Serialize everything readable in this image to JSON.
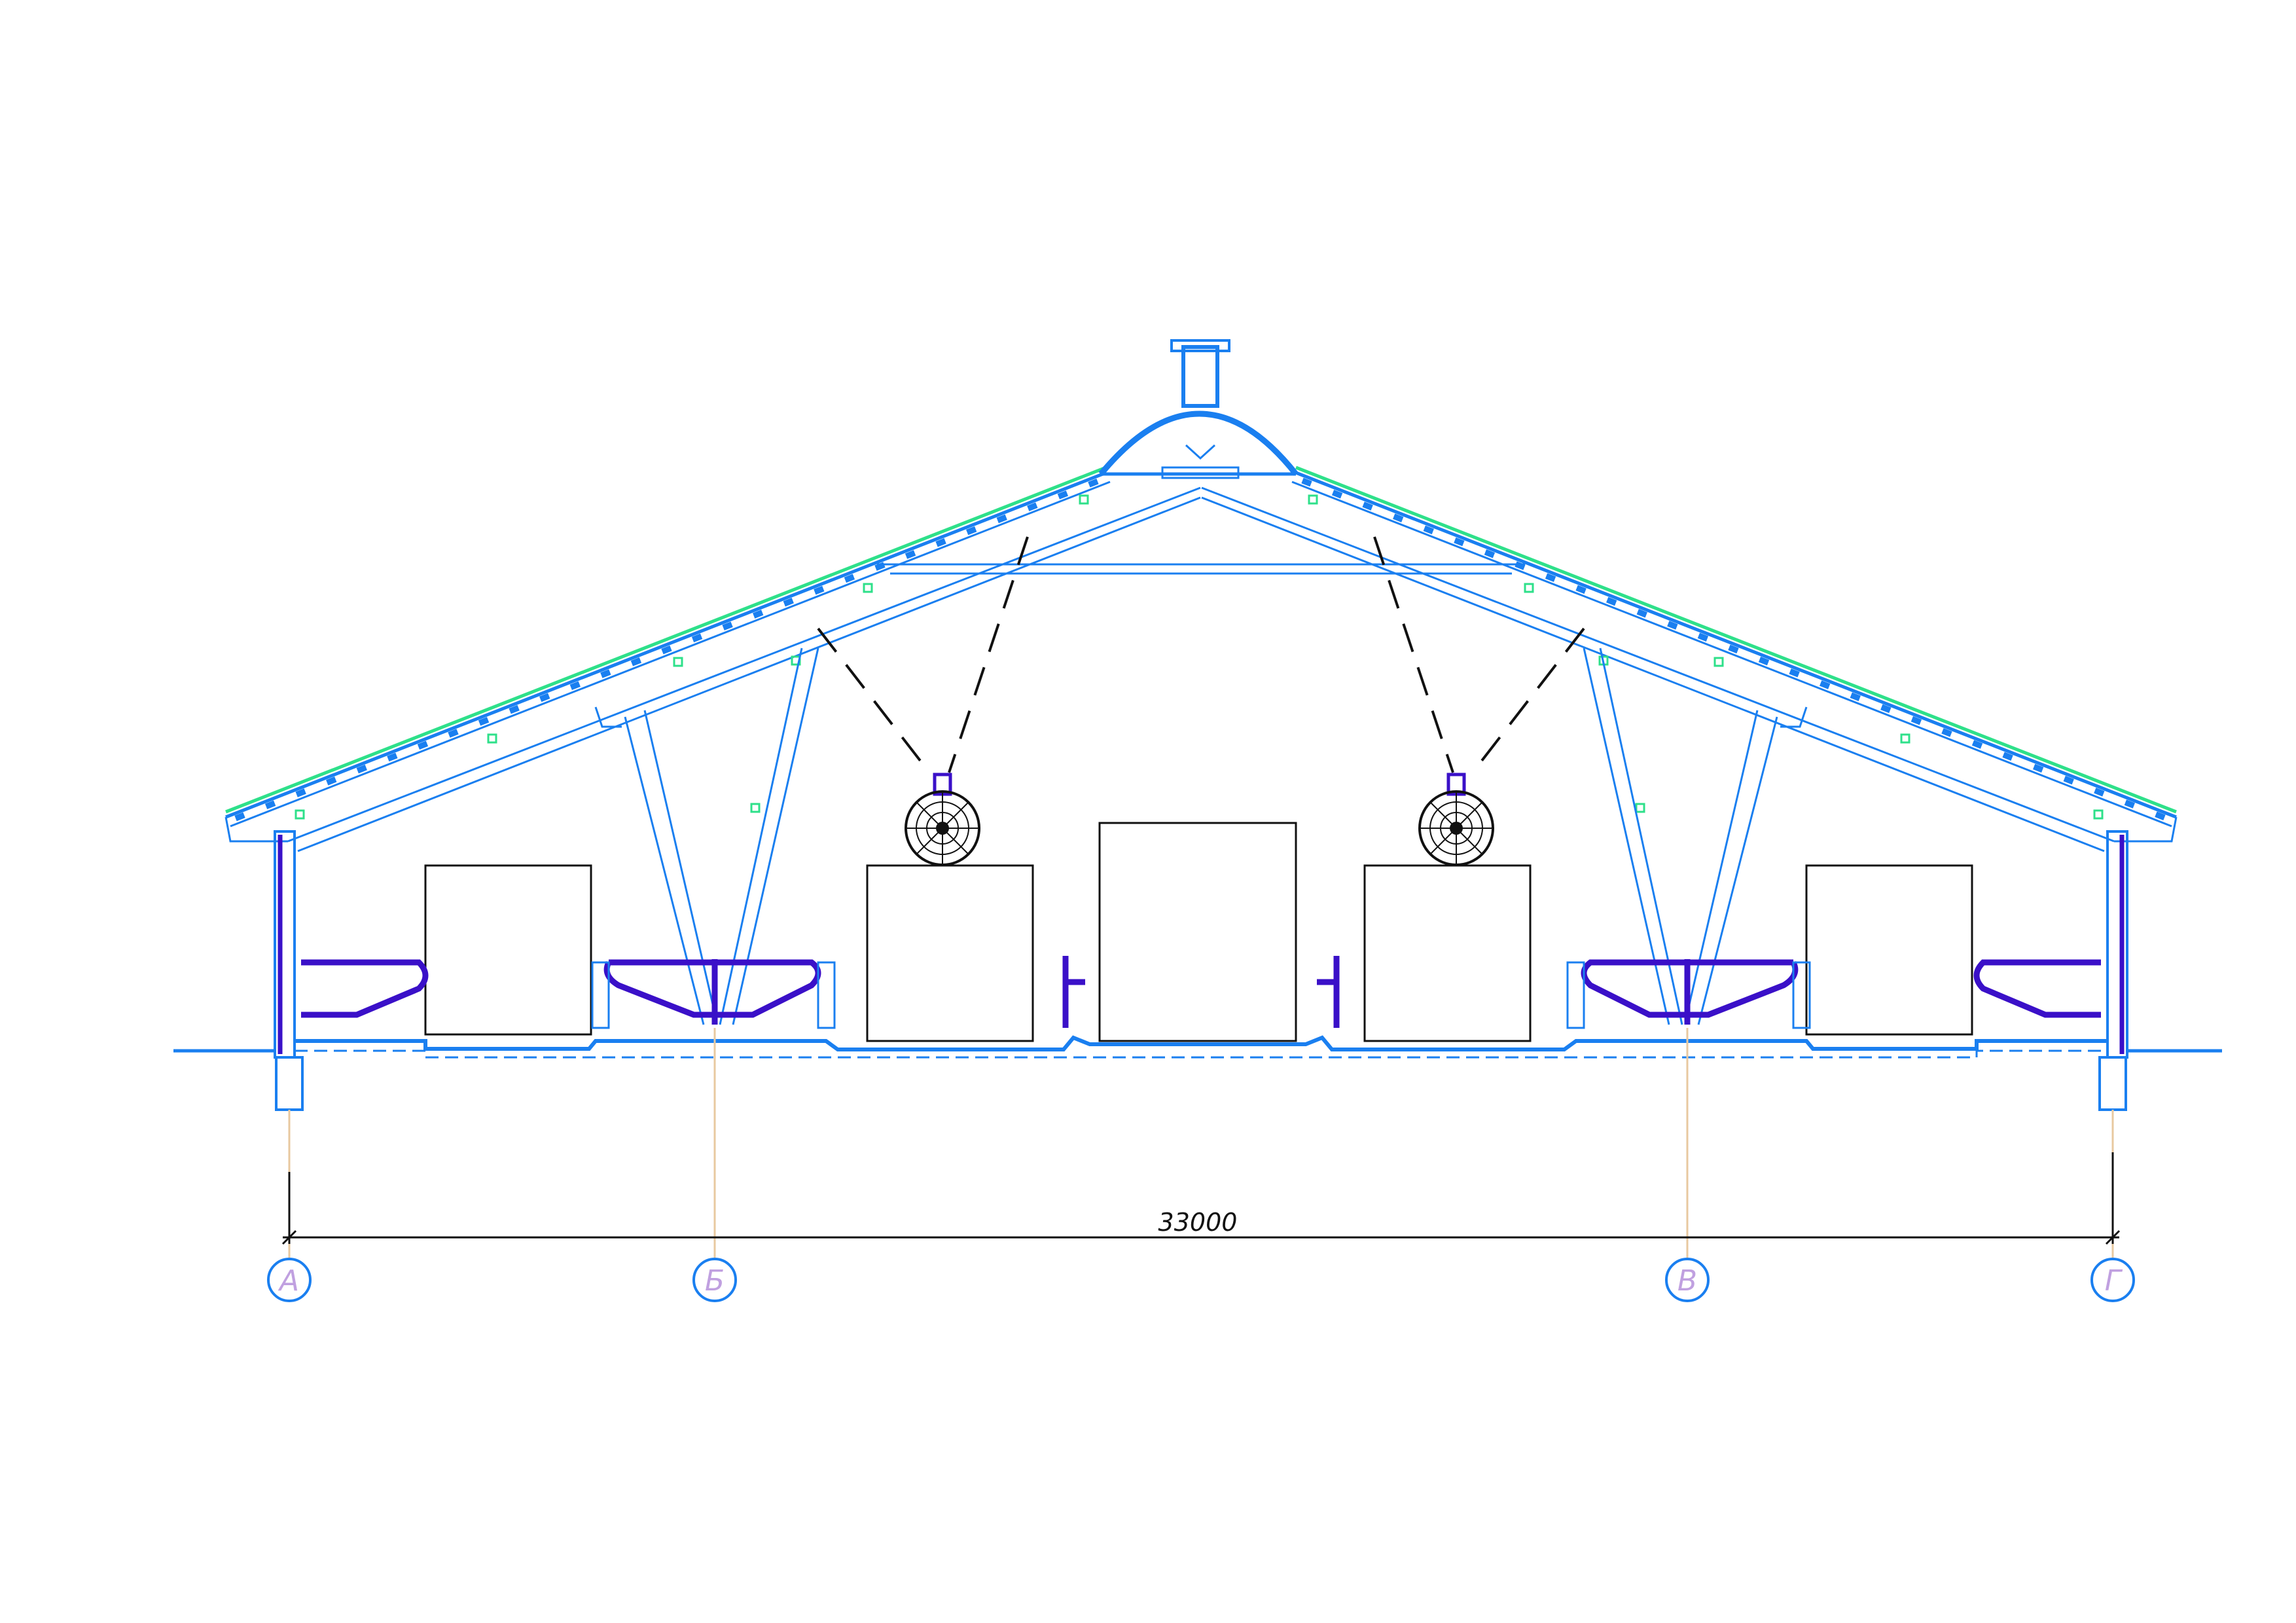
{
  "dimension": {
    "label": "33000"
  },
  "axes": [
    {
      "label": "А"
    },
    {
      "label": "Б"
    },
    {
      "label": "В"
    },
    {
      "label": "Г"
    }
  ],
  "colors": {
    "structure": "#1a7ff0",
    "roof_cover": "#2ee08a",
    "equipment": "#3a10c8",
    "outline": "#111111",
    "axis_leader": "#e8c9a0",
    "axis_text": "#c0a0e0"
  },
  "elements": {
    "fans": [
      "fan-icon",
      "fan-icon"
    ],
    "ridge_vent": "ridge-vent-icon"
  }
}
